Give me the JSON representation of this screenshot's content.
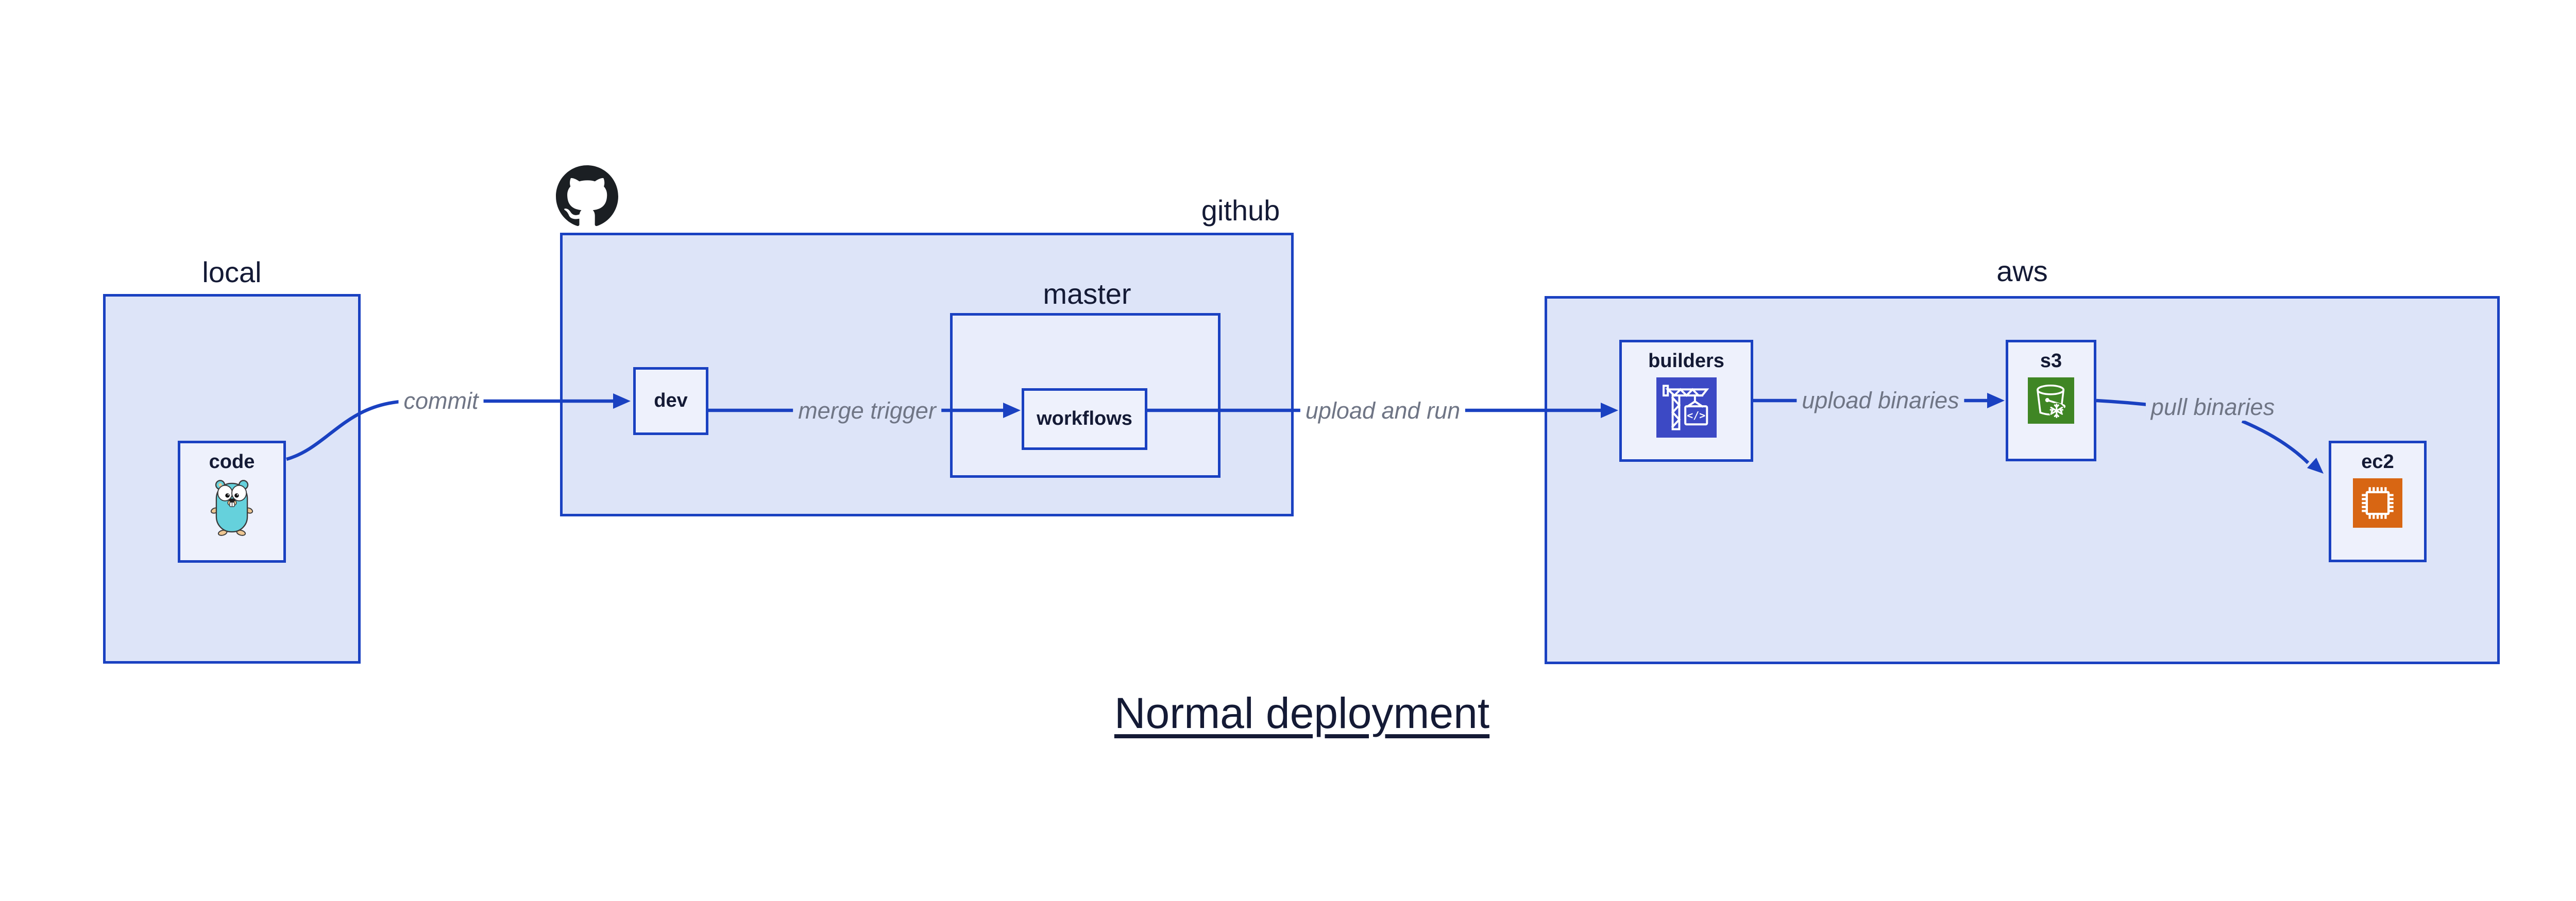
{
  "title": "Normal deployment",
  "groups": {
    "local": {
      "label": "local"
    },
    "github": {
      "label": "github",
      "logo": "github-octocat-icon"
    },
    "master": {
      "label": "master"
    },
    "aws": {
      "label": "aws"
    }
  },
  "nodes": {
    "code": {
      "label": "code",
      "icon": "go-gopher-icon"
    },
    "dev": {
      "label": "dev"
    },
    "workflows": {
      "label": "workflows"
    },
    "builders": {
      "label": "builders",
      "icon": "aws-codebuild-crane-icon",
      "icon_text": "</>"
    },
    "s3": {
      "label": "s3",
      "icon": "aws-s3-bucket-snowflake-icon"
    },
    "ec2": {
      "label": "ec2",
      "icon": "aws-ec2-chip-icon"
    }
  },
  "edges": [
    {
      "from": "code",
      "to": "dev",
      "label": "commit"
    },
    {
      "from": "dev",
      "to": "workflows",
      "label": "merge trigger"
    },
    {
      "from": "workflows",
      "to": "builders",
      "label": "upload and run"
    },
    {
      "from": "builders",
      "to": "s3",
      "label": "upload binaries"
    },
    {
      "from": "s3",
      "to": "ec2",
      "label": "pull binaries"
    }
  ],
  "colors": {
    "arrow_blue": "#1a41c1",
    "group_fill": "#dde4f8",
    "master_fill": "#e9edfb",
    "node_fill": "#eef1fc",
    "label_navy": "#141a35",
    "edge_label_gray": "#6f7585",
    "codebuild_indigo": "#3c49c5",
    "s3_green": "#3f8624",
    "ec2_orange": "#d86613",
    "gopher_teal": "#65d1dc",
    "github_black": "#1b1f23"
  }
}
